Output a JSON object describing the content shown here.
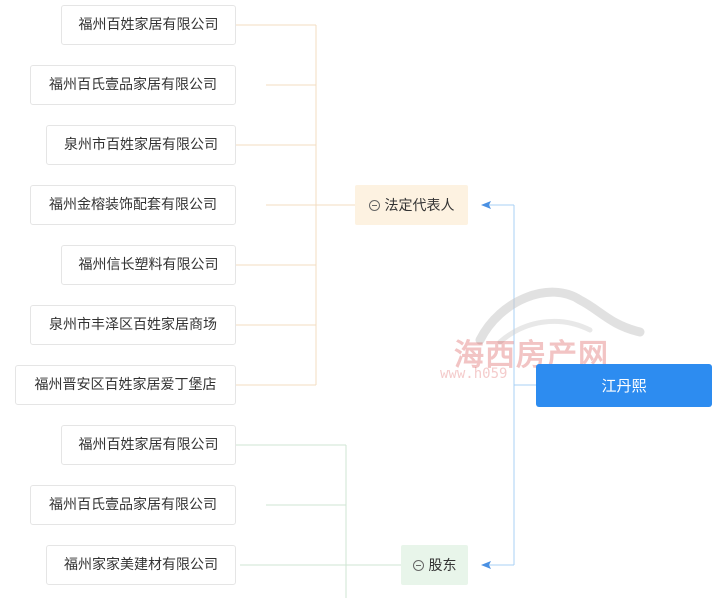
{
  "person": {
    "name": "江丹熙"
  },
  "categories": {
    "legal_rep": "法定代表人",
    "shareholder": "股东"
  },
  "legal_rep_companies": [
    "福州百姓家居有限公司",
    "福州百氏壹品家居有限公司",
    "泉州市百姓家居有限公司",
    "福州金榕装饰配套有限公司",
    "福州信长塑料有限公司",
    "泉州市丰泽区百姓家居商场",
    "福州晋安区百姓家居爱丁堡店"
  ],
  "shareholder_companies": [
    "福州百姓家居有限公司",
    "福州百氏壹品家居有限公司",
    "福州家家美建材有限公司"
  ],
  "watermark": {
    "main": "海西房产网",
    "sub": "www.h059"
  },
  "colors": {
    "person_bg": "#2d8cf0",
    "legal_line": "#f3dcc0",
    "share_line": "#cfe6d3",
    "connector": "#a9d1f5",
    "arrow": "#4a90e2"
  }
}
